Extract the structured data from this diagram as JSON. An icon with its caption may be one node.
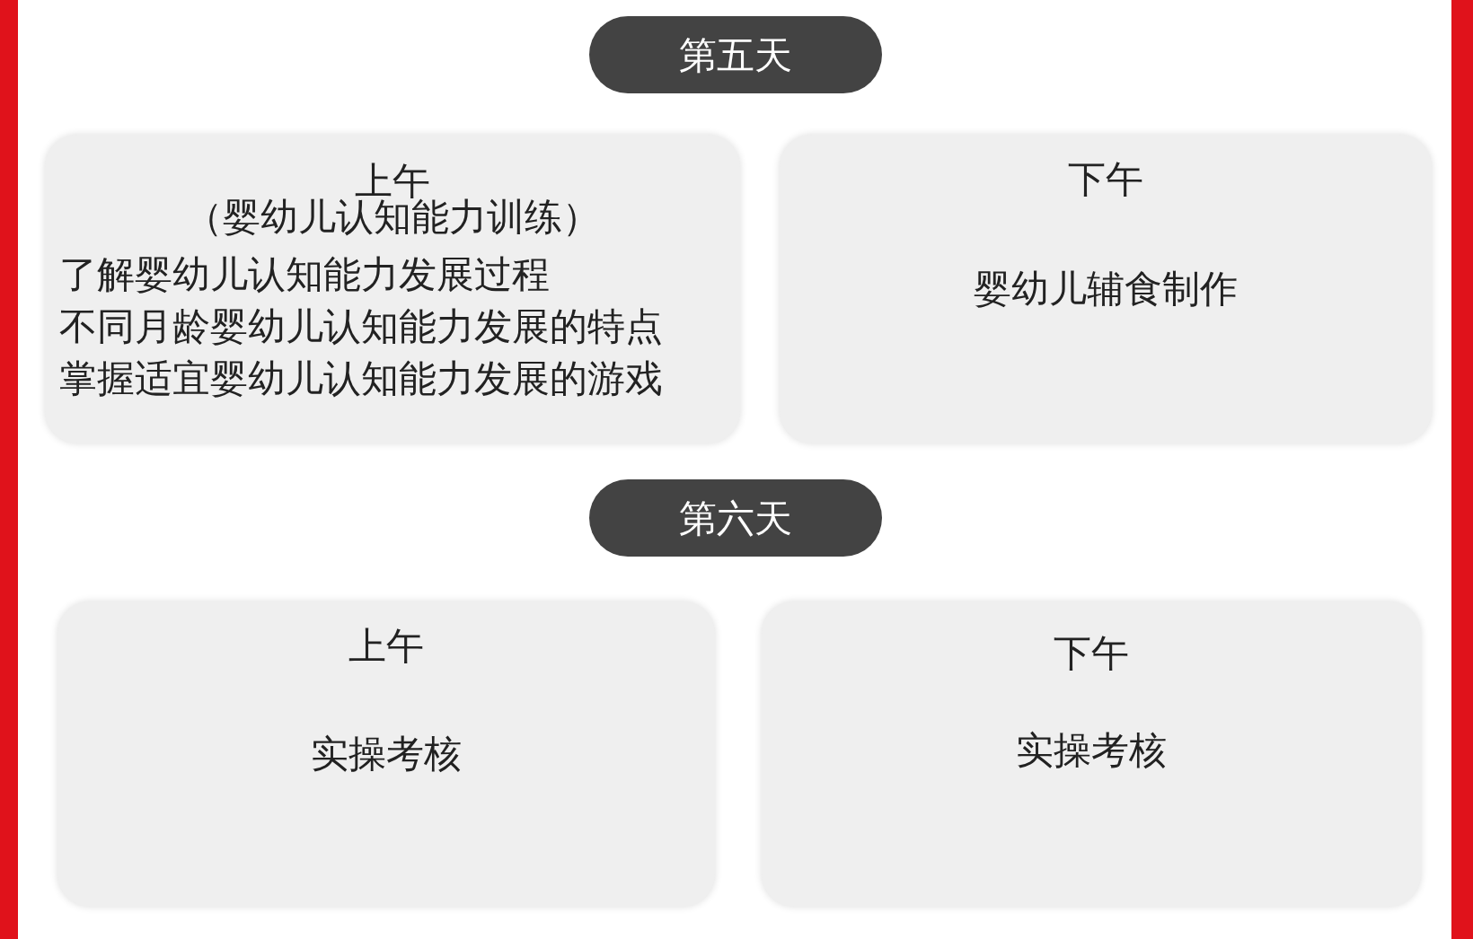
{
  "diagram": {
    "nodes": [
      {
        "text": [
          "第五天"
        ]
      },
      {
        "text": [
          "上午",
          "（婴幼儿认知能力训练）",
          "了解婴幼儿认知能力发展过程",
          "不同月龄婴幼儿认知能力发展的特点",
          "掌握适宜婴幼儿认知能力发展的游戏"
        ]
      },
      {
        "text": [
          "下午",
          "婴幼儿辅食制作"
        ]
      },
      {
        "text": [
          "第六天"
        ]
      },
      {
        "text": [
          "上午",
          "实操考核"
        ]
      },
      {
        "text": [
          "下午",
          "实操考核"
        ]
      }
    ]
  }
}
